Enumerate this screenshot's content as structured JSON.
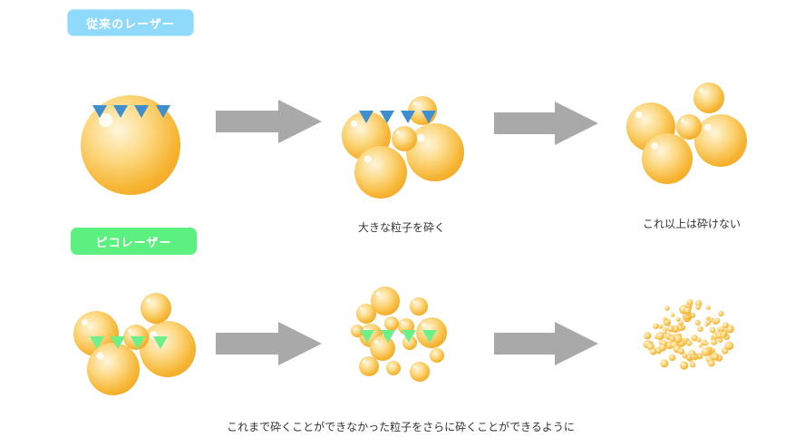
{
  "top_row": {
    "badge": "従来のレーザー",
    "caption_middle": "大きな粒子を砕く",
    "caption_right": "これ以上は砕けない"
  },
  "bottom_row": {
    "badge": "ピコレーザー",
    "caption": "これまで砕くことができなかった粒子をさらに砕くことができるように"
  },
  "colors": {
    "conventional_laser": "#3f8fcf",
    "pico_laser": "#6cf08a",
    "particle": "#f7b63a",
    "process_arrow": "#a9a9a9"
  }
}
